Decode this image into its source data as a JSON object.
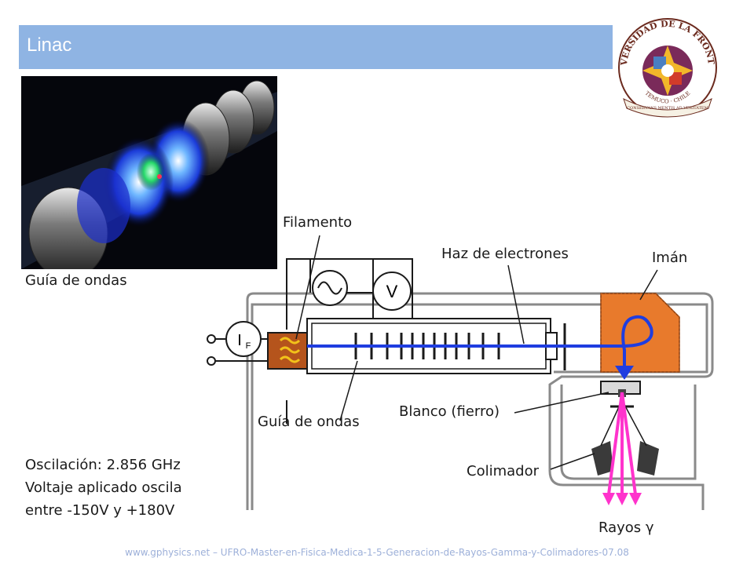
{
  "slide": {
    "title": "Linac",
    "footer": "www.gphysics.net – UFRO-Master-en-Fisica-Medica-1-5-Generacion-de-Rayos-Gamma-y-Colimadores-07.08"
  },
  "logo": {
    "top_text": "UNIVERSIDAD DE LA FRONTERA",
    "city_text": "TEMUCO · CHILE",
    "motto": "CONSERVANS MENTIS AD VERITATEM"
  },
  "labels": {
    "filamento": "Filamento",
    "haz": "Haz de electrones",
    "iman": "Imán",
    "guia_foto": "Guía de ondas",
    "guia_diagrama": "Guía de ondas",
    "blanco": "Blanco (fierro)",
    "colimador": "Colimador",
    "rayos": "Rayos γ"
  },
  "diagram_symbols": {
    "voltmeter": "V",
    "current": "I",
    "current_sub": "F"
  },
  "notes": {
    "line1": "Oscilación: 2.856 GHz",
    "line2": "Voltaje aplicado oscila",
    "line3": "entre -150V y +180V"
  },
  "colors": {
    "title_bar": "#8fb4e3",
    "beam": "#1f3de0",
    "magnet": "#e87a2c",
    "gamma_rays": "#ff33cc",
    "filament_box": "#b5541c"
  }
}
